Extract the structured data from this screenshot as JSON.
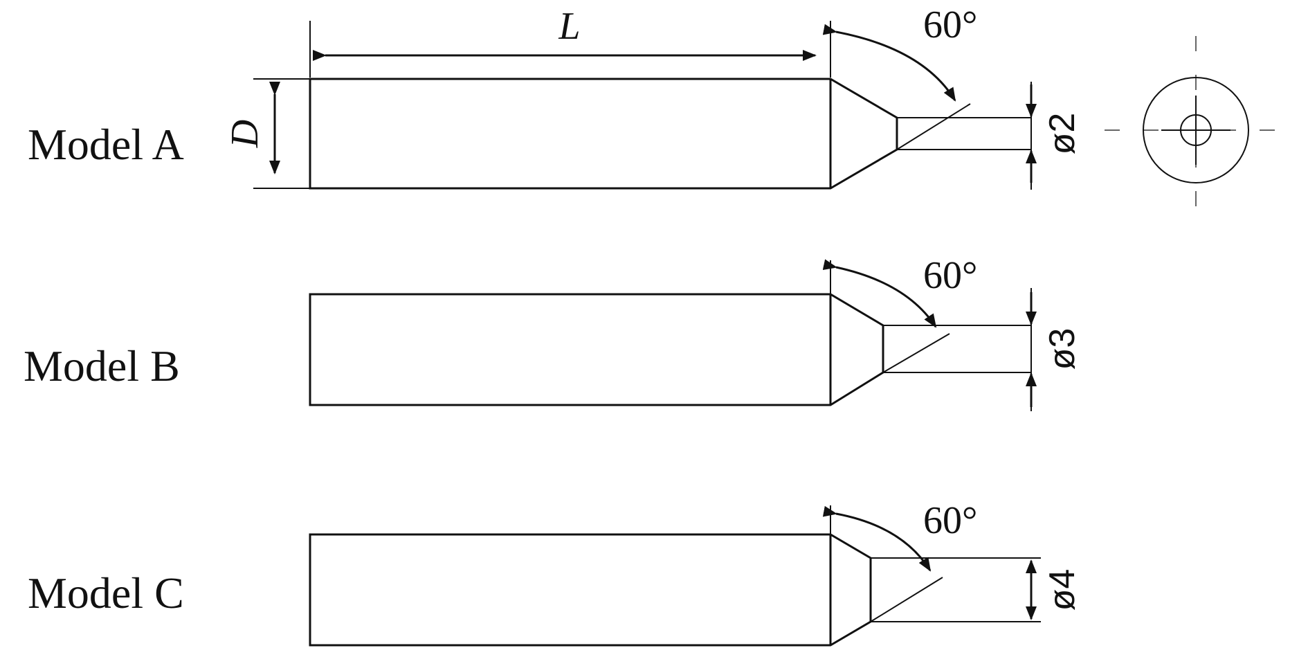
{
  "dimensions": {
    "length_label": "L",
    "diameter_label": "D"
  },
  "models": [
    {
      "name": "Model A",
      "tip_angle": "60°",
      "tip_diameter": "ø2"
    },
    {
      "name": "Model B",
      "tip_angle": "60°",
      "tip_diameter": "ø3"
    },
    {
      "name": "Model C",
      "tip_angle": "60°",
      "tip_diameter": "ø4"
    }
  ],
  "colors": {
    "line": "#111111",
    "centerline": "#666666",
    "background": "#ffffff"
  }
}
